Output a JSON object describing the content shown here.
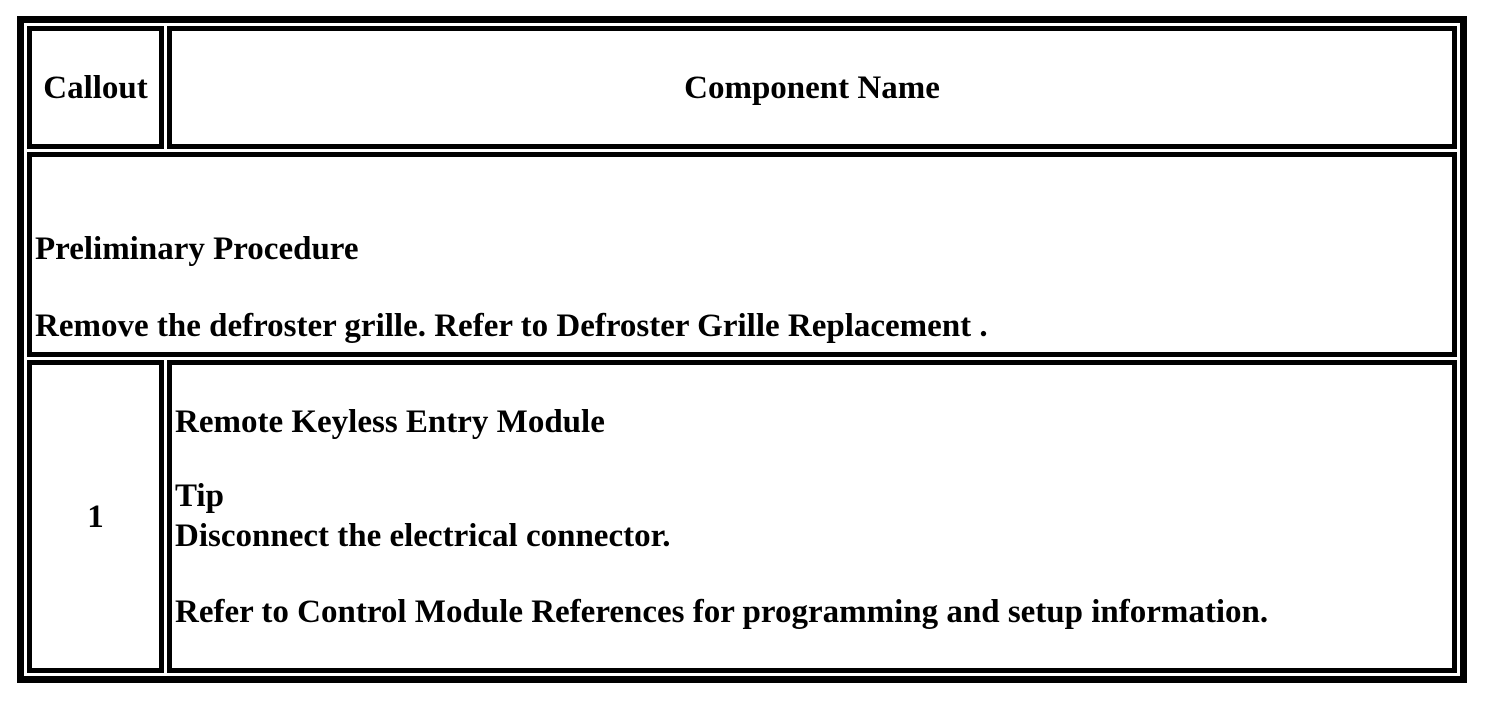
{
  "document": {
    "table": {
      "header": {
        "callout_label": "Callout",
        "component_label": "Component Name"
      },
      "preliminary_row": {
        "title": "Preliminary Procedure",
        "instruction": "Remove the defroster grille. Refer to Defroster Grille Replacement ."
      },
      "component_rows": [
        {
          "callout": "1",
          "name": "Remote Keyless Entry Module",
          "tip_label": "Tip",
          "tip_text": "Disconnect the electrical connector.",
          "note": "Refer to Control Module References for programming and setup information."
        }
      ]
    }
  }
}
